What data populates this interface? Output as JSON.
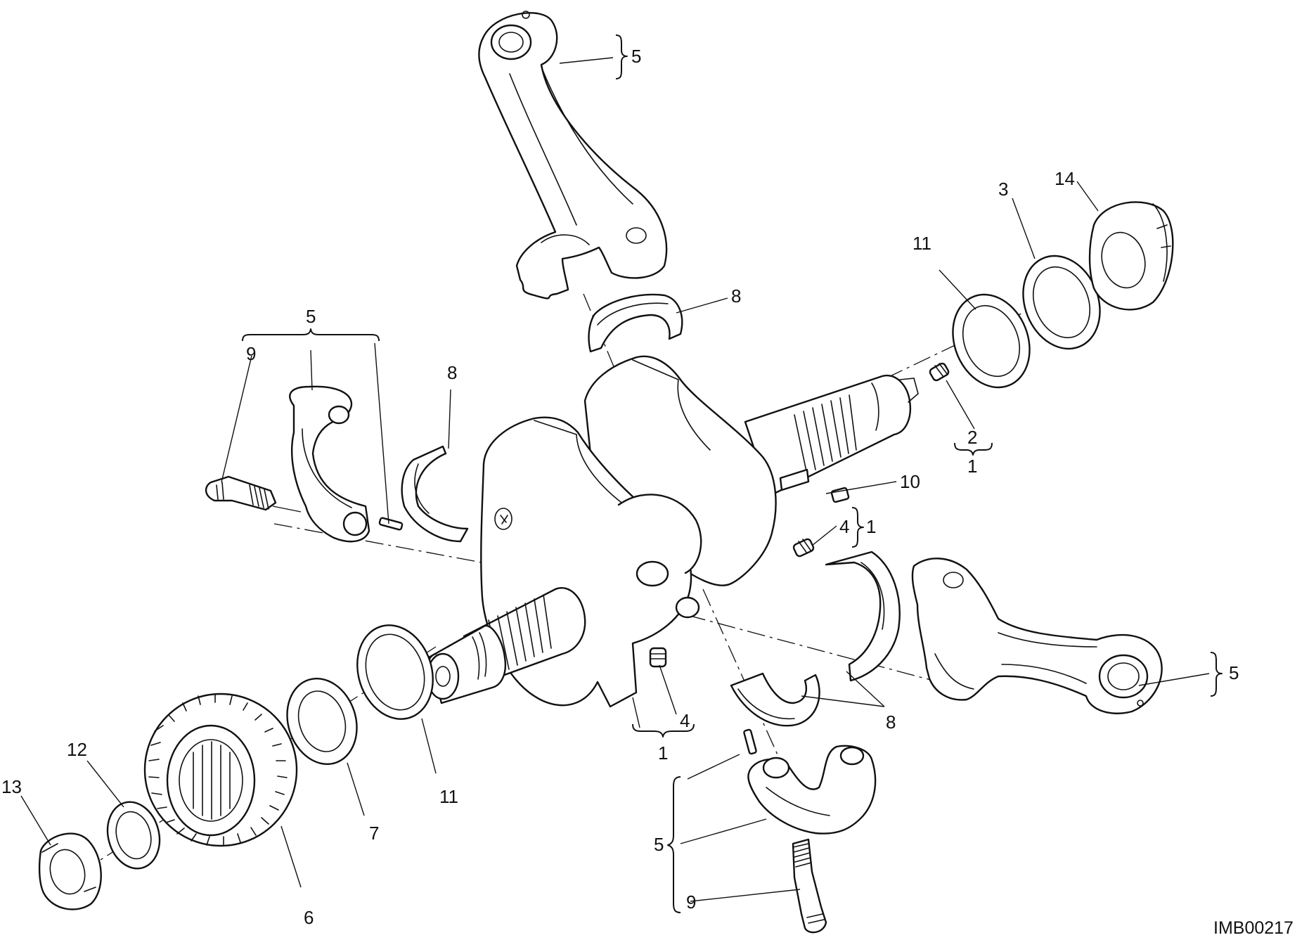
{
  "drawing": {
    "reference_code": "IMB00217",
    "callouts": {
      "conrod_top": "5",
      "conrod_right": "5",
      "conrod_left_group": "5",
      "conrod_bottom_group": "5",
      "bolt_left": "9",
      "bolt_bottom": "9",
      "shell_top": "8",
      "shell_left": "8",
      "shell_bottom": "8",
      "crankshaft_plug_right": "2",
      "crankshaft_ref_right": "1",
      "plug_center": "4",
      "crankshaft_ref_center": "1",
      "plug_bottom": "4",
      "crankshaft_ref_bottom": "1",
      "dowel": "10",
      "washer_left_11": "11",
      "washer_right_11": "11",
      "shim_3": "3",
      "nut_14": "14",
      "gear_6": "6",
      "shim_7": "7",
      "washer_12": "12",
      "nut_13": "13"
    }
  }
}
